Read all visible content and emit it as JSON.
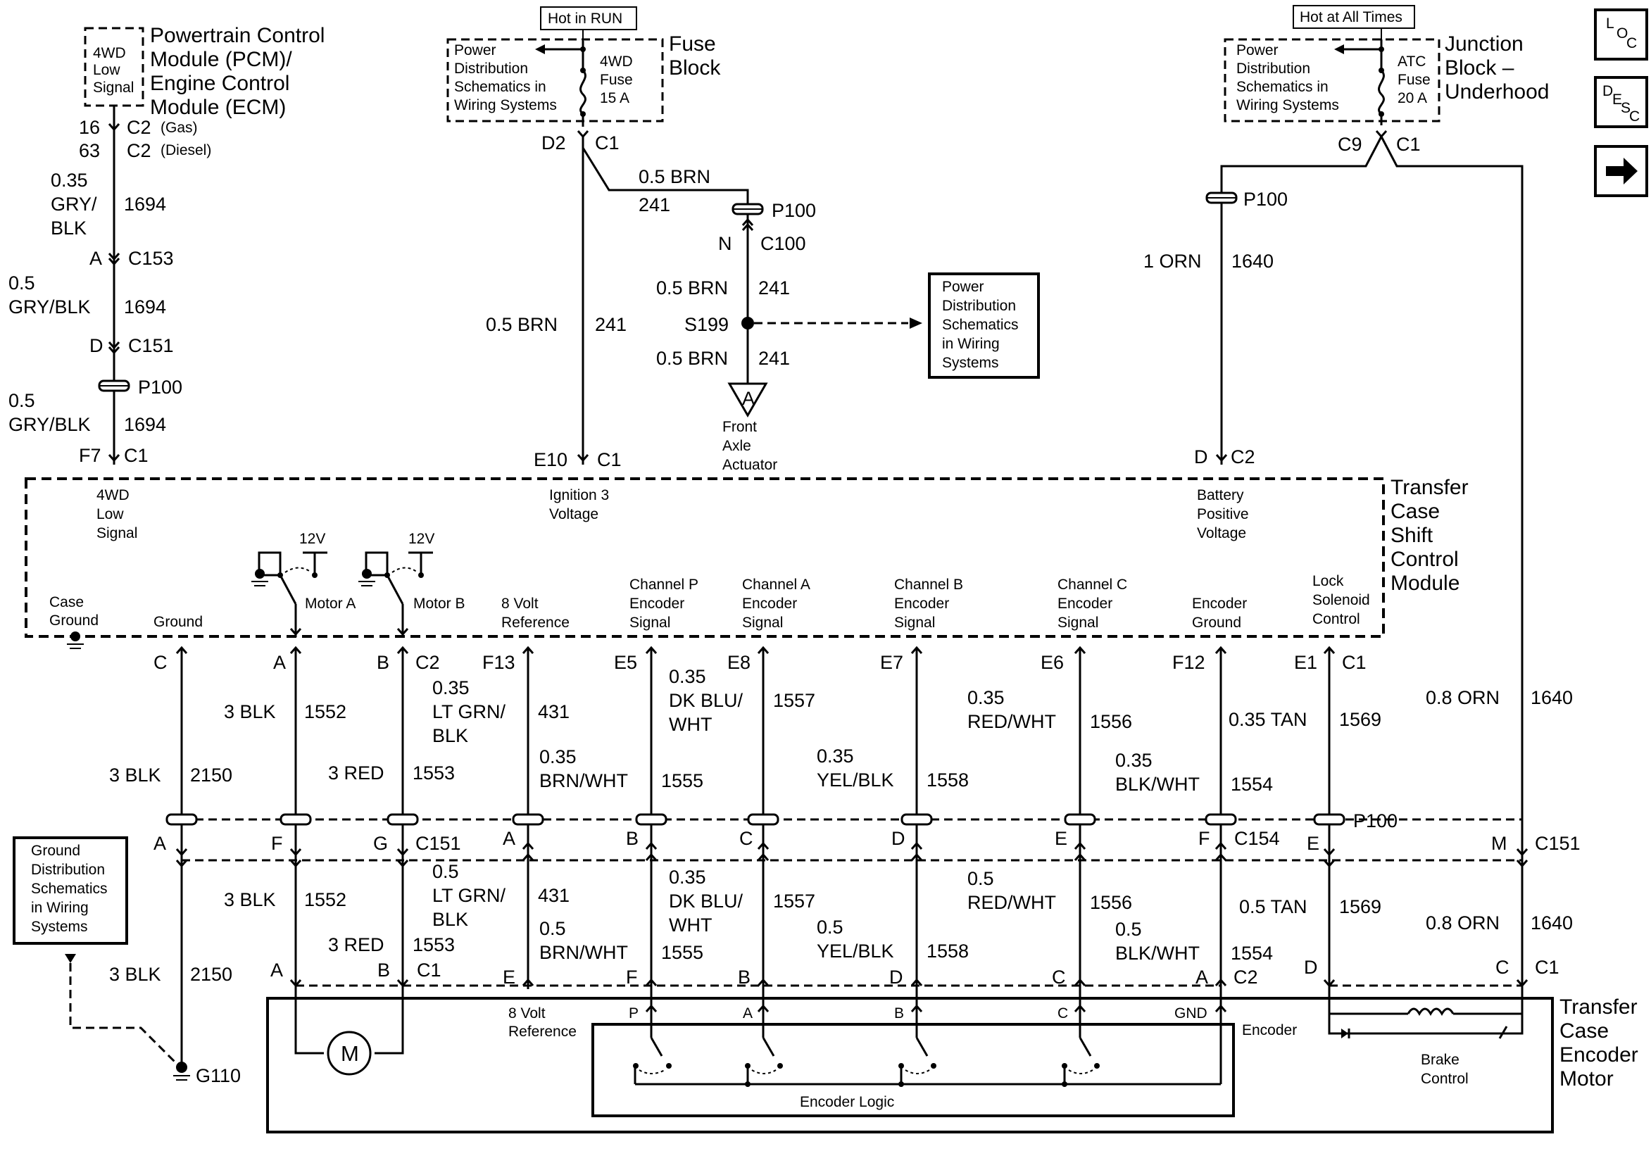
{
  "pcm": {
    "title": [
      "Powertrain Control",
      "Module (PCM)/",
      "Engine Control",
      "Module (ECM)"
    ],
    "signal": [
      "4WD",
      "Low",
      "Signal"
    ],
    "pin_gas": "16",
    "pin_diesel": "63",
    "conn_gas": "C2",
    "conn_diesel": "C2",
    "gas": "(Gas)",
    "diesel": "(Diesel)"
  },
  "left_circuit": {
    "w1_size": "0.35",
    "w1_color": "GRY/",
    "w1_color2": "BLK",
    "circuit": "1694",
    "pin_a": "A",
    "c153": "C153",
    "w2_size": "0.5",
    "w2_color": "GRY/BLK",
    "pin_d": "D",
    "c151": "C151",
    "p100": "P100",
    "w3_size": "0.5",
    "w3_color": "GRY/BLK",
    "pin_f7": "F7",
    "c1": "C1"
  },
  "fuse_block": {
    "hot": "Hot in RUN",
    "power_ref": [
      "Power",
      "Distribution",
      "Schematics in",
      "Wiring Systems"
    ],
    "fuse": [
      "4WD",
      "Fuse",
      "15 A"
    ],
    "title": [
      "Fuse",
      "Block"
    ],
    "pin": "D2",
    "conn": "C1"
  },
  "ignition_circuit": {
    "w1": "0.5 BRN",
    "circuit": "241",
    "p100": "P100",
    "pin_n": "N",
    "c100": "C100",
    "w2": "0.5 BRN",
    "splice": "S199",
    "w3": "0.5 BRN",
    "main_wire": "0.5 BRN",
    "actuator_letter": "A",
    "actuator": [
      "Front",
      "Axle",
      "Actuator"
    ],
    "pin_e10": "E10",
    "c1": "C1",
    "power_ref": [
      "Power",
      "Distribution",
      "Schematics",
      "in Wiring",
      "Systems"
    ]
  },
  "junction_block": {
    "hot": "Hot at All Times",
    "power_ref": [
      "Power",
      "Distribution",
      "Schematics in",
      "Wiring Systems"
    ],
    "fuse": [
      "ATC",
      "Fuse",
      "20 A"
    ],
    "title": [
      "Junction",
      "Block –",
      "Underhood"
    ],
    "pin_c9": "C9",
    "conn": "C1"
  },
  "battery_circuit": {
    "p100": "P100",
    "wire": "1 ORN",
    "circuit": "1640",
    "pin_d": "D",
    "c2": "C2"
  },
  "tccm": {
    "title": [
      "Transfer",
      "Case",
      "Shift",
      "Control",
      "Module"
    ],
    "sig_4wd": [
      "4WD",
      "Low",
      "Signal"
    ],
    "sig_ign": [
      "Ignition 3",
      "Voltage"
    ],
    "sig_batt": [
      "Battery",
      "Positive",
      "Voltage"
    ],
    "case_ground": [
      "Case",
      "Ground"
    ],
    "ground": "Ground",
    "v12": "12V",
    "motor_a": "Motor A",
    "motor_b": "Motor B",
    "ref8": [
      "8 Volt",
      "Reference"
    ],
    "chp": [
      "Channel P",
      "Encoder",
      "Signal"
    ],
    "cha": [
      "Channel A",
      "Encoder",
      "Signal"
    ],
    "chb": [
      "Channel B",
      "Encoder",
      "Signal"
    ],
    "chc": [
      "Channel C",
      "Encoder",
      "Signal"
    ],
    "enc_gnd": [
      "Encoder",
      "Ground"
    ],
    "lock": [
      "Lock",
      "Solenoid",
      "Control"
    ]
  },
  "module_pins": {
    "c": "C",
    "a": "A",
    "b": "B",
    "c2": "C2",
    "f13": "F13",
    "e5": "E5",
    "e8": "E8",
    "e7": "E7",
    "e6": "E6",
    "f12": "F12",
    "e1": "E1",
    "c1": "C1"
  },
  "upper_wires": {
    "gnd": "3 BLK",
    "gnd_c": "2150",
    "ma": "3 BLK",
    "ma_c": "1552",
    "mb": "3 RED",
    "mb_c": "1553",
    "ref": [
      "0.35",
      "LT GRN/",
      "BLK"
    ],
    "ref_c": "431",
    "p": [
      "0.35",
      "BRN/WHT"
    ],
    "p_c": "1555",
    "a": [
      "0.35",
      "DK BLU/",
      "WHT"
    ],
    "a_c": "1557",
    "b": [
      "0.35",
      "YEL/BLK"
    ],
    "b_c": "1558",
    "c": [
      "0.35",
      "RED/WHT"
    ],
    "c_c": "1556",
    "eg": [
      "0.35",
      "BLK/WHT"
    ],
    "eg_c": "1554",
    "lock": "0.35 TAN",
    "lock_c": "1569",
    "batt": "0.8 ORN",
    "batt_c": "1640"
  },
  "inline_pins": {
    "a": "A",
    "f": "F",
    "g": "G",
    "c151": "C151",
    "a2": "A",
    "b": "B",
    "c": "C",
    "d": "D",
    "e": "E",
    "f2": "F",
    "c154": "C154",
    "e2": "E",
    "p100": "P100",
    "m": "M",
    "c151b": "C151"
  },
  "lower_wires": {
    "gnd": "3 BLK",
    "gnd_c": "2150",
    "ma": "3 BLK",
    "ma_c": "1552",
    "mb": "3 RED",
    "mb_c": "1553",
    "ref": [
      "0.5",
      "LT GRN/",
      "BLK"
    ],
    "ref_c": "431",
    "p": [
      "0.5",
      "BRN/WHT"
    ],
    "p_c": "1555",
    "a": [
      "0.35",
      "DK BLU/",
      "WHT"
    ],
    "a_c": "1557",
    "b": [
      "0.5",
      "YEL/BLK"
    ],
    "b_c": "1558",
    "c": [
      "0.5",
      "RED/WHT"
    ],
    "c_c": "1556",
    "eg": [
      "0.5",
      "BLK/WHT"
    ],
    "eg_c": "1554",
    "lock": "0.5 TAN",
    "lock_c": "1569",
    "batt": "0.8 ORN",
    "batt_c": "1640"
  },
  "motor_pins": {
    "a": "A",
    "b": "B",
    "c1": "C1",
    "e": "E",
    "f": "F",
    "b2": "B",
    "d": "D",
    "c": "C",
    "a2": "A",
    "c2": "C2",
    "d2": "D",
    "c3": "C",
    "c1b": "C1"
  },
  "encoder_motor": {
    "title": [
      "Transfer",
      "Case",
      "Encoder",
      "Motor"
    ],
    "motor": "M",
    "ref8": [
      "8 Volt",
      "Reference"
    ],
    "p": "P",
    "a": "A",
    "b": "B",
    "c": "C",
    "gnd": "GND",
    "encoder": "Encoder",
    "logic": "Encoder Logic",
    "brake": [
      "Brake",
      "Control"
    ]
  },
  "ground": {
    "ref": [
      "Ground",
      "Distribution",
      "Schematics",
      "in Wiring",
      "Systems"
    ],
    "g110": "G110"
  },
  "nav": {
    "loc": [
      "L",
      "O",
      "C"
    ],
    "desc": [
      "D",
      "E",
      "S",
      "C"
    ],
    "next": "→"
  }
}
